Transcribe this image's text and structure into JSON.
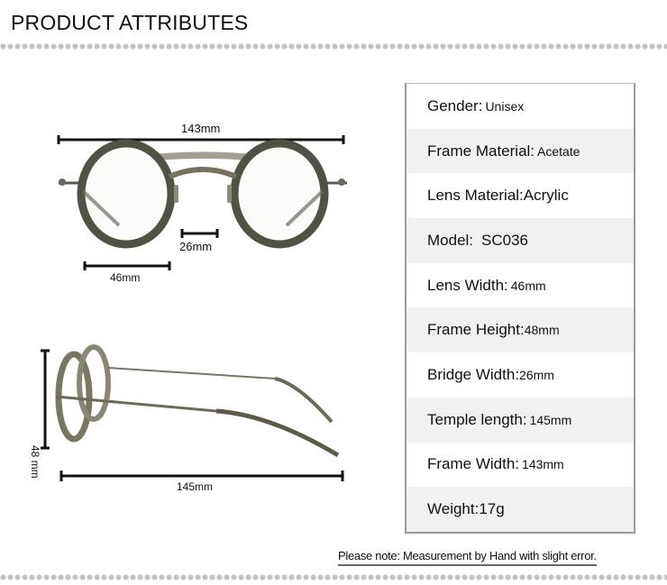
{
  "header": {
    "title": "PRODUCT ATTRIBUTES"
  },
  "diagram": {
    "front_view": {
      "frame_width_label": "143mm",
      "bridge_width_label": "26mm",
      "lens_width_label": "46mm"
    },
    "side_view": {
      "frame_height_label": "48 mm",
      "temple_length_label": "145mm"
    }
  },
  "attributes": [
    {
      "label": "Gender:",
      "value": "Unisex"
    },
    {
      "label": "Frame Material:",
      "value": "Acetate"
    },
    {
      "label": "Lens Material:",
      "value": "Acrylic"
    },
    {
      "label": "Model:",
      "value": "SC036"
    },
    {
      "label": "Lens Width:",
      "value": "46mm"
    },
    {
      "label": "Frame Height:",
      "value": "48mm"
    },
    {
      "label": "Bridge Width:",
      "value": "26mm"
    },
    {
      "label": "Temple length:",
      "value": "145mm"
    },
    {
      "label": "Frame Width:",
      "value": "143mm"
    },
    {
      "label": "Weight:",
      "value": "17g"
    }
  ],
  "footer": {
    "note": "Please note: Measurement by Hand with slight error."
  },
  "colors": {
    "dots": "#c4c4c4",
    "table_border": "#9a9a9a",
    "row_alt": "#f1f1f1",
    "frame_dark": "#4a4a3c",
    "metal": "#8a8576"
  }
}
